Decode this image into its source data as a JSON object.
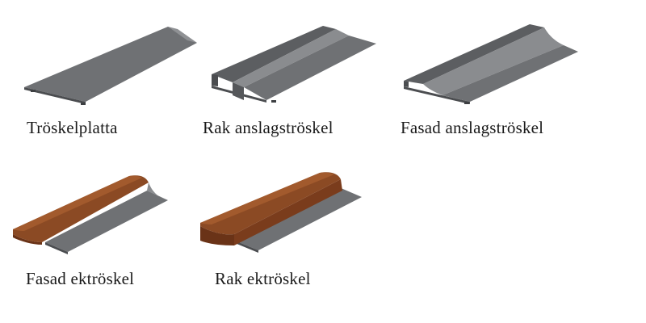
{
  "products": [
    {
      "label": "Tröskelplatta",
      "icon": "threshold-plate-icon"
    },
    {
      "label": "Rak anslagströskel",
      "icon": "straight-stop-threshold-icon"
    },
    {
      "label": "Fasad anslagströskel",
      "icon": "beveled-stop-threshold-icon"
    },
    {
      "label": "Fasad ektröskel",
      "icon": "beveled-oak-threshold-icon"
    },
    {
      "label": "Rak ektröskel",
      "icon": "straight-oak-threshold-icon"
    }
  ],
  "colors": {
    "metal_top": "#75777a",
    "metal_side": "#4b4d50",
    "metal_edge": "#8f9194",
    "wood_top": "#8b4a24",
    "wood_side": "#6a3317",
    "wood_highlight": "#a25a2d"
  }
}
